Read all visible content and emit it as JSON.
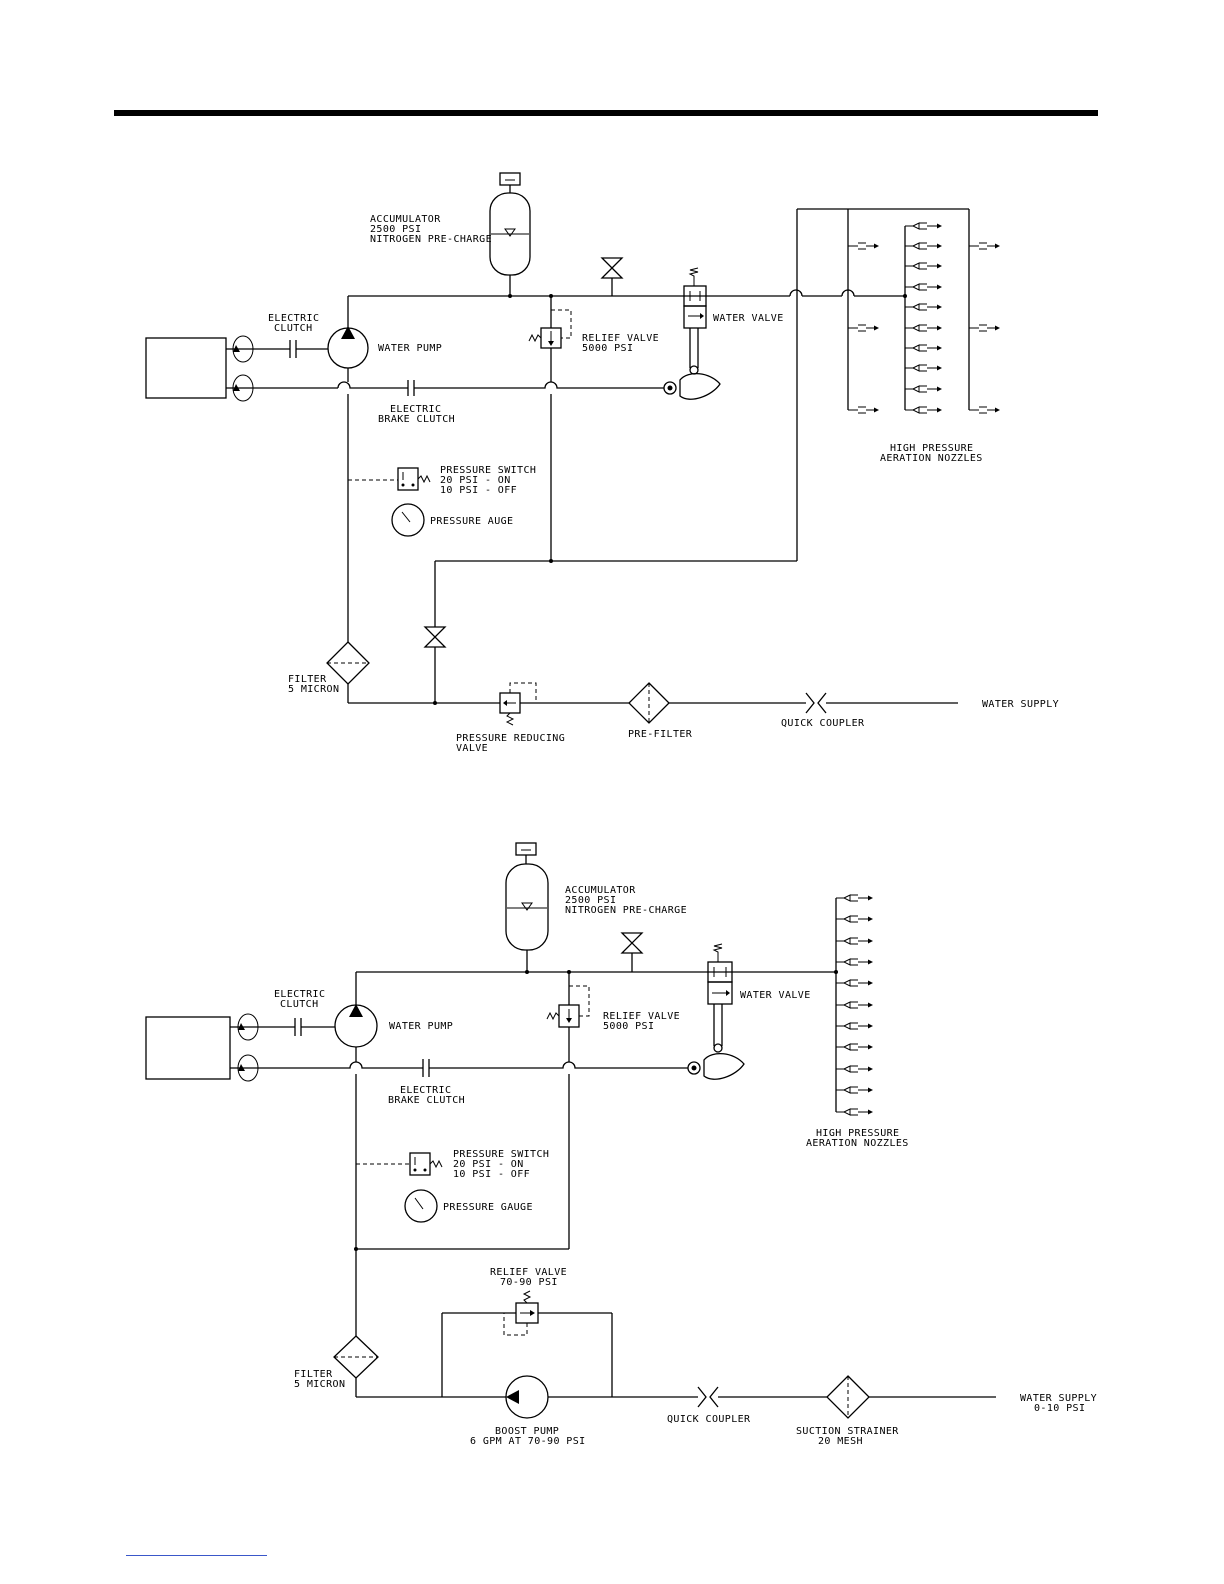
{
  "diagram_top": {
    "accumulator_label": [
      "ACCUMULATOR",
      "2500 PSI",
      "NITROGEN PRE-CHARGE"
    ],
    "electric_clutch_label": [
      "ELECTRIC",
      "CLUTCH"
    ],
    "water_pump_label": "WATER PUMP",
    "relief_valve_label": [
      "RELIEF VALVE",
      "5000 PSI"
    ],
    "water_valve_label": "WATER VALVE",
    "brake_clutch_label": [
      "ELECTRIC",
      "BRAKE CLUTCH"
    ],
    "pressure_switch_label": [
      "PRESSURE SWITCH",
      "20 PSI - ON",
      "10 PSI - OFF"
    ],
    "pressure_gauge_label": "PRESSURE  AUGE",
    "filter_label": [
      "FILTER",
      "5 MICRON"
    ],
    "pressure_reducing_label": [
      "PRESSURE REDUCING",
      "VALVE"
    ],
    "prefilter_label": "PRE-FILTER",
    "quick_coupler_label": "QUICK COUPLER",
    "water_supply_label": "WATER SUPPLY",
    "nozzles_label": [
      "HIGH PRESSURE",
      "AERATION NOZZLES"
    ]
  },
  "diagram_bottom": {
    "accumulator_label": [
      "ACCUMULATOR",
      "2500 PSI",
      "NITROGEN PRE-CHARGE"
    ],
    "electric_clutch_label": [
      "ELECTRIC",
      "CLUTCH"
    ],
    "water_pump_label": "WATER PUMP",
    "relief_valve_label": [
      "RELIEF VALVE",
      "5000 PSI"
    ],
    "water_valve_label": "WATER VALVE",
    "brake_clutch_label": [
      "ELECTRIC",
      "BRAKE CLUTCH"
    ],
    "pressure_switch_label": [
      "PRESSURE SWITCH",
      "20 PSI - ON",
      "10 PSI - OFF"
    ],
    "pressure_gauge_label": "PRESSURE GAUGE",
    "filter_label": [
      "FILTER",
      "5 MICRON"
    ],
    "low_relief_label": [
      "RELIEF VALVE",
      "70-90 PSI"
    ],
    "boost_pump_label": [
      "BOOST PUMP",
      "6 GPM AT 70-90 PSI"
    ],
    "quick_coupler_label": "QUICK COUPLER",
    "suction_strainer_label": [
      "SUCTION STRAINER",
      "20 MESH"
    ],
    "water_supply_label": [
      "WATER SUPPLY",
      "0-10 PSI"
    ],
    "nozzles_label": [
      "HIGH PRESSURE",
      "AERATION NOZZLES"
    ]
  }
}
